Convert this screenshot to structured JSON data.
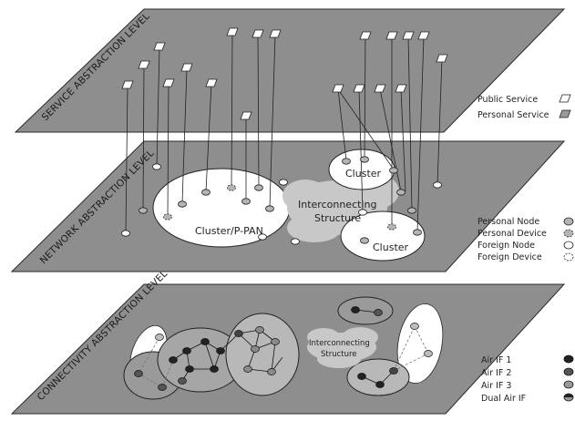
{
  "levels": {
    "service": "SERVICE ABSTRACTION LEVEL",
    "network": "NETWORK ABSTRACTION LEVEL",
    "connectivity": "CONNECTIVITY ABSTRACTION LEVEL"
  },
  "network_regions": {
    "cluster_ppan": "Cluster/P-PAN",
    "interconnecting": "Interconnecting Structure",
    "cluster_top": "Cluster",
    "cluster_bottom": "Cluster"
  },
  "connectivity_regions": {
    "interconnecting": "Interconnecting Structure"
  },
  "legend_service": [
    {
      "label": "Public Service",
      "icon": "public-service-icon"
    },
    {
      "label": "Personal Service",
      "icon": "personal-service-icon"
    }
  ],
  "legend_network": [
    {
      "label": "Personal Node",
      "icon": "personal-node-icon"
    },
    {
      "label": "Personal Device",
      "icon": "personal-device-icon"
    },
    {
      "label": "Foreign Node",
      "icon": "foreign-node-icon"
    },
    {
      "label": "Foreign Device",
      "icon": "foreign-device-icon"
    }
  ],
  "legend_air": [
    {
      "label": "Air IF 1",
      "icon": "air-if-1-icon"
    },
    {
      "label": "Air IF 2",
      "icon": "air-if-2-icon"
    },
    {
      "label": "Air IF 3",
      "icon": "air-if-3-icon"
    },
    {
      "label": "Dual Air IF",
      "icon": "dual-air-if-icon"
    }
  ],
  "colors": {
    "plane_fill": "#8e8e8e",
    "ellipse_fill": "#ffffff",
    "cloud_fill": "#c8c8c8",
    "node_fill": "#b4b4b4",
    "cluster_fill": "#a6a6a6",
    "dark_node": "#333333"
  }
}
